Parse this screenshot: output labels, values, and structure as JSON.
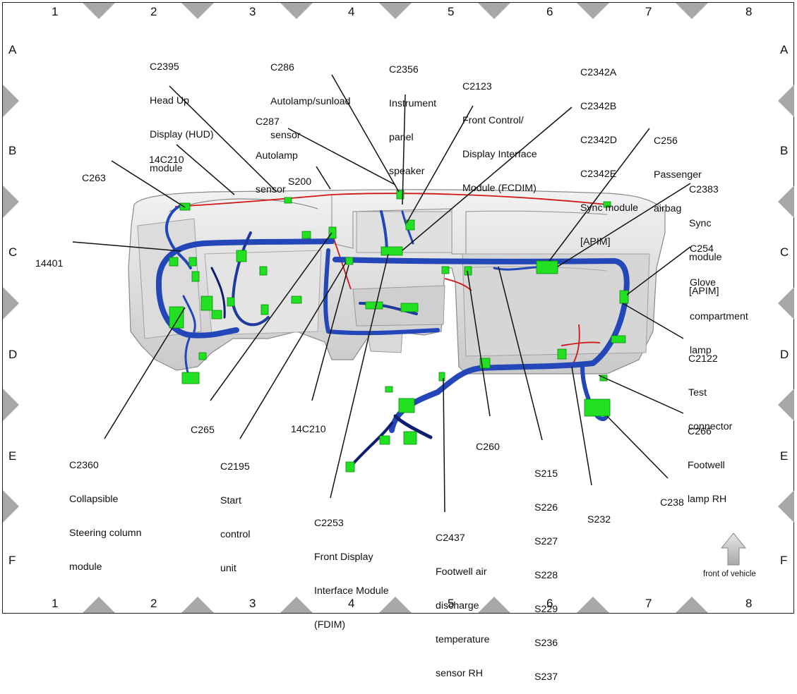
{
  "grid": {
    "columns": [
      "1",
      "2",
      "3",
      "4",
      "5",
      "6",
      "7",
      "8"
    ],
    "rows": [
      "A",
      "B",
      "C",
      "D",
      "E",
      "F"
    ]
  },
  "callouts": {
    "c2395": [
      "C2395",
      "Head Up",
      "Display (HUD)",
      "module"
    ],
    "c286": [
      "C286",
      "Autolamp/sunload",
      "sensor"
    ],
    "c2356": [
      "C2356",
      "Instrument",
      "panel",
      "speaker"
    ],
    "c2123": [
      "C2123",
      "Front Control/",
      "Display Interface",
      "Module (FCDIM)"
    ],
    "c2342": [
      "C2342A",
      "C2342B",
      "C2342D",
      "C2342E",
      "Sync module",
      "[APIM]"
    ],
    "c287": [
      "C287",
      "Autolamp",
      "sensor"
    ],
    "c256": [
      "C256",
      "Passenger",
      "airbag"
    ],
    "c14c210_top": [
      "14C210"
    ],
    "c263": [
      "C263"
    ],
    "s200": [
      "S200"
    ],
    "c2383": [
      "C2383",
      "Sync",
      "module",
      "[APIM]"
    ],
    "c14401": [
      "14401"
    ],
    "c254": [
      "C254",
      "Glove",
      "compartment",
      "lamp"
    ],
    "c2122": [
      "C2122",
      "Test",
      "connector"
    ],
    "c265": [
      "C265"
    ],
    "c14c210_bottom": [
      "14C210"
    ],
    "c260": [
      "C260"
    ],
    "c266": [
      "C266",
      "Footwell",
      "lamp RH"
    ],
    "c2360": [
      "C2360",
      "Collapsible",
      "Steering column",
      "module"
    ],
    "c2195": [
      "C2195",
      "Start",
      "control",
      "unit"
    ],
    "splices": [
      "S215",
      "S226",
      "S227",
      "S228",
      "S229",
      "S236",
      "S237"
    ],
    "c238": [
      "C238"
    ],
    "s232": [
      "S232"
    ],
    "c2253": [
      "C2253",
      "Front Display",
      "Interface Module",
      "(FDIM)"
    ],
    "c2437": [
      "C2437",
      "Footwell air",
      "discharge",
      "temperature",
      "sensor RH"
    ]
  },
  "front_of_vehicle": "front of vehicle",
  "colors": {
    "harness_blue": "#2346b8",
    "harness_dark": "#0f1e6e",
    "harness_red": "#d01818",
    "connector_green": "#22e022",
    "panel_gray": "#d8d8d8"
  }
}
